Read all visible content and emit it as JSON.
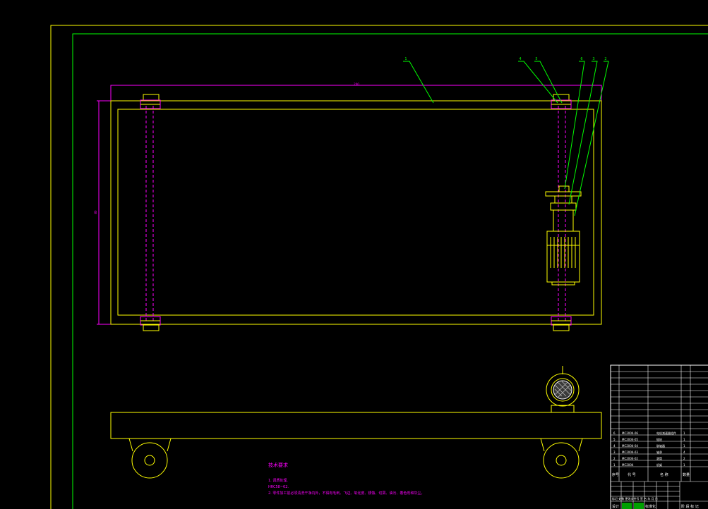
{
  "colors": {
    "background": "#000000",
    "outline": "#ffff00",
    "centerline": "#ff00ff",
    "leader": "#00ff00",
    "dimension": "#ff00ff",
    "table": "#ffffff",
    "notes": "#ff00ff"
  },
  "dimensions": {
    "width_label": "200",
    "height_label": "80"
  },
  "balloons": [
    "1",
    "4",
    "5",
    "6",
    "3",
    "2"
  ],
  "notes": {
    "title": "技术要求",
    "line1": "1. 调质处理.",
    "line2": "HRC58~62.",
    "line3": "2. 零件加工前必须清洗干净内外，不得有毛刺、飞边、氧化皮、锈蚀、切屑、油污、着色剂和灰尘。"
  },
  "bom": {
    "rows": [
      {
        "no": "6",
        "code": "MC2004-06",
        "name": "电机减速器组件",
        "qty": "1"
      },
      {
        "no": "5",
        "code": "MC2004-05",
        "name": "链轮",
        "qty": "1"
      },
      {
        "no": "4",
        "code": "MC2004-04",
        "name": "联轴器",
        "qty": "1"
      },
      {
        "no": "3",
        "code": "MC2004-03",
        "name": "轴承",
        "qty": "4"
      },
      {
        "no": "2",
        "code": "MC2004-02",
        "name": "滚筒",
        "qty": "2"
      },
      {
        "no": "1",
        "code": "MC2004",
        "name": "机架",
        "qty": "1"
      }
    ],
    "header": {
      "no": "序号",
      "code": "代 号",
      "name": "名 称",
      "qty": "数量"
    },
    "title_line": "标记 处数 更改文件号 签 名 年 月 日",
    "bottom_left": [
      "设计",
      "",
      "标准化"
    ],
    "bottom_right": "阶 段 标 记"
  }
}
